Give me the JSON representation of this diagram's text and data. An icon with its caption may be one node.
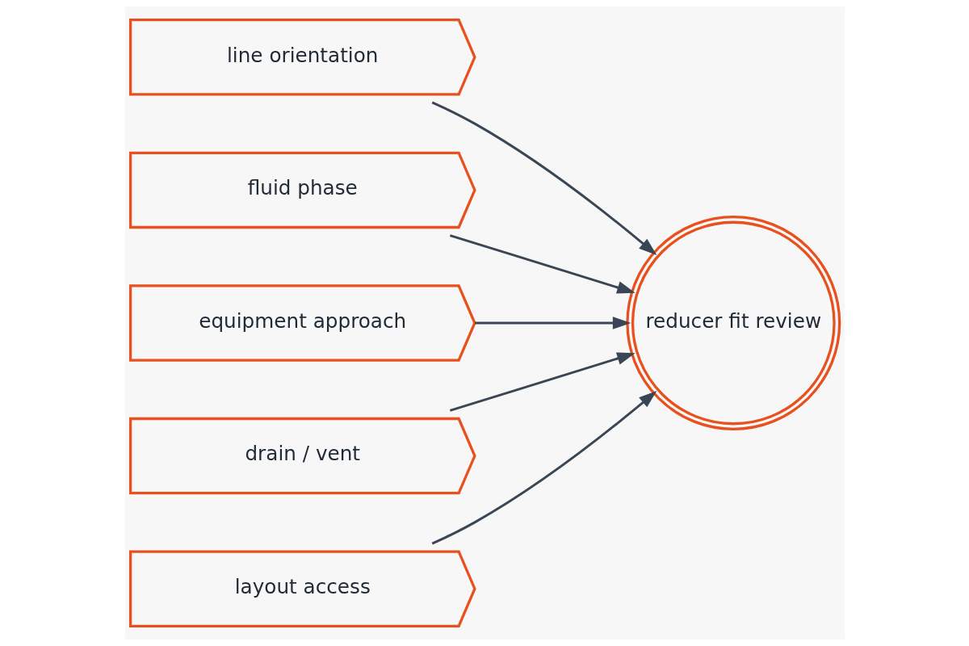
{
  "diagram": {
    "nodes": [
      {
        "text": [
          "line orientation"
        ]
      },
      {
        "text": [
          "fluid phase"
        ]
      },
      {
        "text": [
          "equipment approach"
        ]
      },
      {
        "text": [
          "drain / vent"
        ]
      },
      {
        "text": [
          "layout access"
        ]
      },
      {
        "text": [
          "reducer fit review"
        ]
      }
    ],
    "edges": [
      {
        "from": 0,
        "to": 5,
        "arrow": "to"
      },
      {
        "from": 1,
        "to": 5,
        "arrow": "to"
      },
      {
        "from": 2,
        "to": 5,
        "arrow": "to"
      },
      {
        "from": 3,
        "to": 5,
        "arrow": "to"
      },
      {
        "from": 4,
        "to": 5,
        "arrow": "to"
      }
    ]
  }
}
